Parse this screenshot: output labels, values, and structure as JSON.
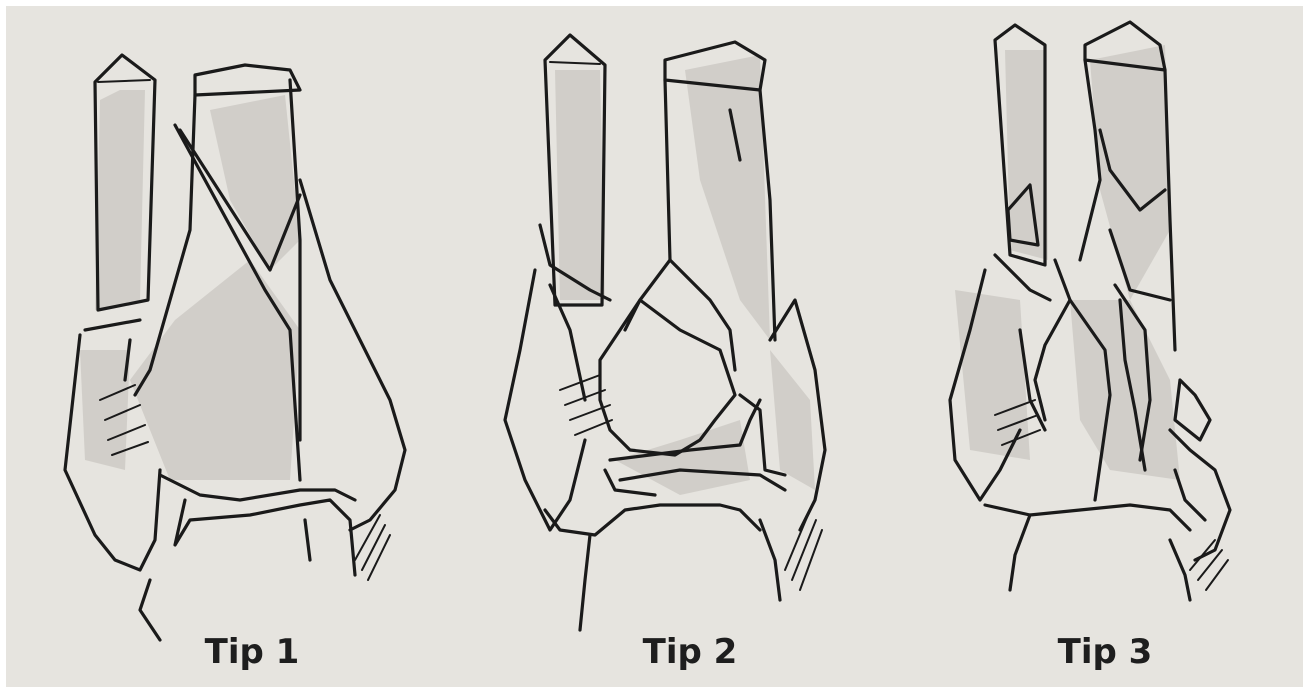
{
  "figure": {
    "panels": [
      {
        "label": "Tip 1",
        "fracture_type": "type-1"
      },
      {
        "label": "Tip 2",
        "fracture_type": "type-2"
      },
      {
        "label": "Tip 3",
        "fracture_type": "type-3"
      }
    ]
  }
}
